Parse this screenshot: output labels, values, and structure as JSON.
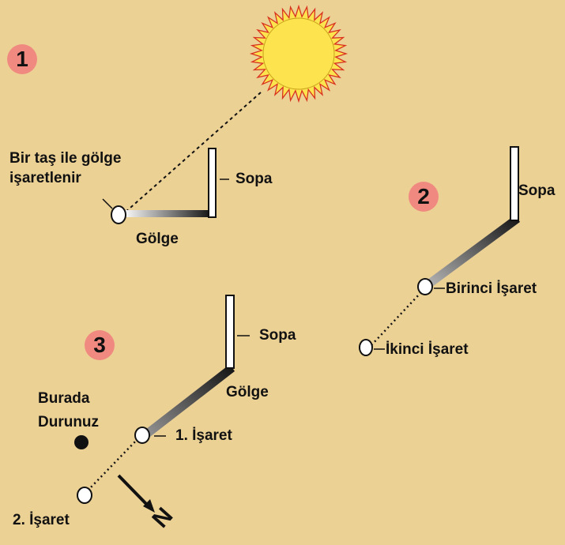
{
  "colors": {
    "background": "#ecd195",
    "sun": "#fde44f",
    "badge": "#f08a80",
    "ink": "#111111"
  },
  "icons": {
    "sun": "sun-icon",
    "stone": "stone-icon",
    "north_arrow": "north-arrow-icon",
    "person": "dot-icon"
  },
  "panel1": {
    "number": "1",
    "stone_label_line1": "Bir taş ile gölge",
    "stone_label_line2": "işaretlenir",
    "stick_label": "Sopa",
    "shadow_label": "Gölge"
  },
  "panel2": {
    "number": "2",
    "stick_label": "Sopa",
    "first_mark_label": "Birinci İşaret",
    "second_mark_label": "İkinci İşaret"
  },
  "panel3": {
    "number": "3",
    "stick_label": "Sopa",
    "shadow_label": "Gölge",
    "stand_label_line1": "Burada",
    "stand_label_line2": "Durunuz",
    "first_mark_label": "1. İşaret",
    "second_mark_label": "2. İşaret",
    "north_letter": "N"
  }
}
